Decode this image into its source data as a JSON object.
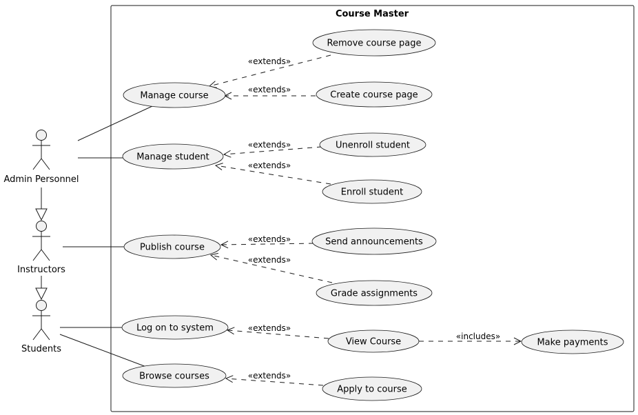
{
  "system": {
    "title": "Course Master"
  },
  "actors": [
    {
      "id": "admin",
      "label": "Admin Personnel"
    },
    {
      "id": "instructors",
      "label": "Instructors"
    },
    {
      "id": "students",
      "label": "Students"
    }
  ],
  "use_cases": [
    {
      "id": "manage_course",
      "label": "Manage course"
    },
    {
      "id": "remove_course_page",
      "label": "Remove course page"
    },
    {
      "id": "create_course_page",
      "label": "Create course page"
    },
    {
      "id": "manage_student",
      "label": "Manage student"
    },
    {
      "id": "unenroll_student",
      "label": "Unenroll student"
    },
    {
      "id": "enroll_student",
      "label": "Enroll student"
    },
    {
      "id": "publish_course",
      "label": "Publish course"
    },
    {
      "id": "send_announcements",
      "label": "Send announcements"
    },
    {
      "id": "grade_assignments",
      "label": "Grade assignments"
    },
    {
      "id": "log_on",
      "label": "Log on to system"
    },
    {
      "id": "view_course",
      "label": "View Course"
    },
    {
      "id": "make_payments",
      "label": "Make payments"
    },
    {
      "id": "browse_courses",
      "label": "Browse courses"
    },
    {
      "id": "apply_to_course",
      "label": "Apply to course"
    }
  ],
  "generalizations": [
    {
      "from": "instructors",
      "to": "admin"
    },
    {
      "from": "students",
      "to": "instructors"
    }
  ],
  "associations": [
    {
      "actor": "admin",
      "use_case": "manage_course"
    },
    {
      "actor": "admin",
      "use_case": "manage_student"
    },
    {
      "actor": "instructors",
      "use_case": "publish_course"
    },
    {
      "actor": "students",
      "use_case": "log_on"
    },
    {
      "actor": "students",
      "use_case": "browse_courses"
    }
  ],
  "dependencies": [
    {
      "from": "remove_course_page",
      "to": "manage_course",
      "label": "«extends»"
    },
    {
      "from": "create_course_page",
      "to": "manage_course",
      "label": "«extends»"
    },
    {
      "from": "unenroll_student",
      "to": "manage_student",
      "label": "«extends»"
    },
    {
      "from": "enroll_student",
      "to": "manage_student",
      "label": "«extends»"
    },
    {
      "from": "send_announcements",
      "to": "publish_course",
      "label": "«extends»"
    },
    {
      "from": "grade_assignments",
      "to": "publish_course",
      "label": "«extends»"
    },
    {
      "from": "view_course",
      "to": "log_on",
      "label": "«extends»"
    },
    {
      "from": "view_course",
      "to": "make_payments",
      "label": "«includes»"
    },
    {
      "from": "apply_to_course",
      "to": "browse_courses",
      "label": "«extends»"
    }
  ]
}
